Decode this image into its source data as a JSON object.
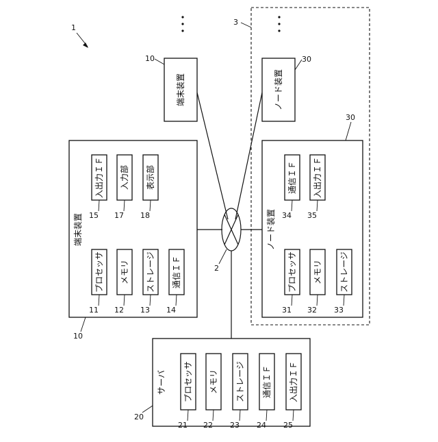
{
  "figure_ref": "1",
  "network": {
    "ref": "2"
  },
  "node_group": {
    "ref": "3"
  },
  "small_terminal": {
    "ref": "10",
    "title": "端末装置"
  },
  "small_node": {
    "ref": "30",
    "title": "ノード装置"
  },
  "terminal": {
    "ref": "10",
    "title": "端末装置",
    "components": [
      {
        "ref": "11",
        "label": "プロセッサ"
      },
      {
        "ref": "12",
        "label": "メモリ"
      },
      {
        "ref": "13",
        "label": "ストレージ"
      },
      {
        "ref": "14",
        "label": "通信ＩＦ"
      },
      {
        "ref": "15",
        "label": "入出力ＩＦ"
      },
      {
        "ref": "17",
        "label": "入力部"
      },
      {
        "ref": "18",
        "label": "表示部"
      }
    ]
  },
  "node": {
    "ref": "30",
    "title": "ノード装置",
    "components": [
      {
        "ref": "31",
        "label": "プロセッサ"
      },
      {
        "ref": "32",
        "label": "メモリ"
      },
      {
        "ref": "33",
        "label": "ストレージ"
      },
      {
        "ref": "34",
        "label": "通信ＩＦ"
      },
      {
        "ref": "35",
        "label": "入出力ＩＦ"
      }
    ]
  },
  "server": {
    "ref": "20",
    "title": "サーバ",
    "components": [
      {
        "ref": "21",
        "label": "プロセッサ"
      },
      {
        "ref": "22",
        "label": "メモリ"
      },
      {
        "ref": "23",
        "label": "ストレージ"
      },
      {
        "ref": "24",
        "label": "通信ＩＦ"
      },
      {
        "ref": "25",
        "label": "入出力ＩＦ"
      }
    ]
  }
}
